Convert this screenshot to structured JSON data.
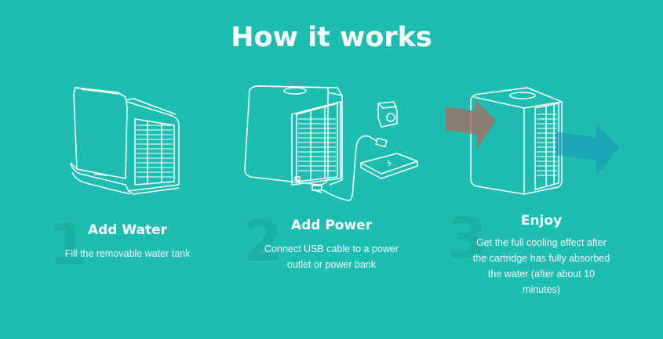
{
  "header": {
    "title": "How it works"
  },
  "steps": [
    {
      "number": "1",
      "title": "Add Water",
      "description": "Fill the removable water tank",
      "illustration": "cooler-with-water-tank-icon"
    },
    {
      "number": "2",
      "title": "Add Power",
      "description_lines": [
        "Connect USB cable to a power",
        "outlet or power bank"
      ],
      "illustration": "cooler-usb-power-icon"
    },
    {
      "number": "3",
      "title": "Enjoy",
      "description_lines": [
        "Get the full cooling effect after",
        "the cartridge has fully absorbed",
        "the water (after about 10",
        "minutes)"
      ],
      "illustration": "cooler-airflow-icon"
    }
  ],
  "colors": {
    "background": "#1ebdb1",
    "number": "#18a79c",
    "warm_arrow": "#a36e62",
    "cool_arrow": "#1a9fb0",
    "line": "#ffffff"
  }
}
